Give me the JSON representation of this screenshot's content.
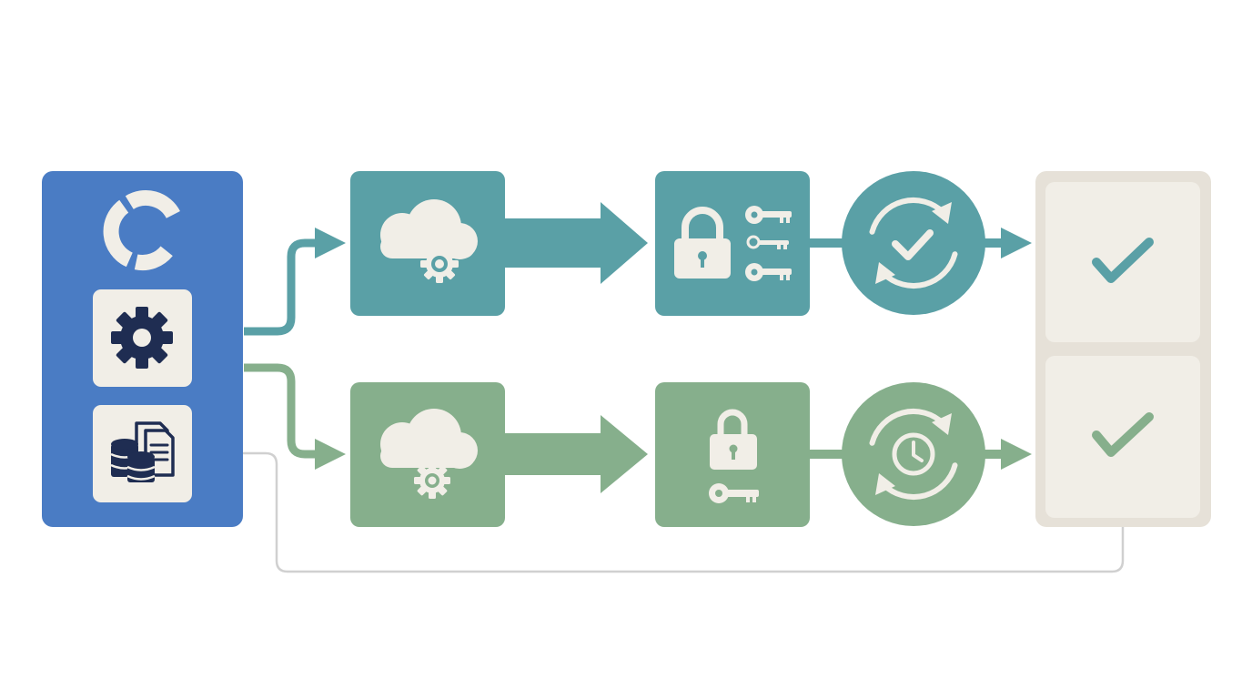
{
  "colors": {
    "background": "#ffffff",
    "source_blue": "#4a7cc4",
    "teal": "#5aa0a6",
    "green": "#86af8c",
    "navy": "#1f2d52",
    "cream": "#f1eee7",
    "result_frame": "#e6e1d8",
    "result_tile": "#f1eee7",
    "connector_gray": "#d0d0d0",
    "icon_cream": "#f1eee7"
  },
  "source_panel": {
    "icons": [
      "segmented-ring-logo-icon",
      "gear-icon",
      "database-documents-icon"
    ]
  },
  "flows": [
    {
      "id": "top",
      "color": "teal",
      "steps": [
        "cloud-gear-icon",
        "padlock-with-keys-icon",
        "refresh-check-icon"
      ],
      "result": "check-mark-icon"
    },
    {
      "id": "bottom",
      "color": "green",
      "steps": [
        "cloud-gear-icon",
        "padlock-with-key-icon",
        "refresh-clock-icon"
      ],
      "result": "check-mark-icon"
    }
  ]
}
